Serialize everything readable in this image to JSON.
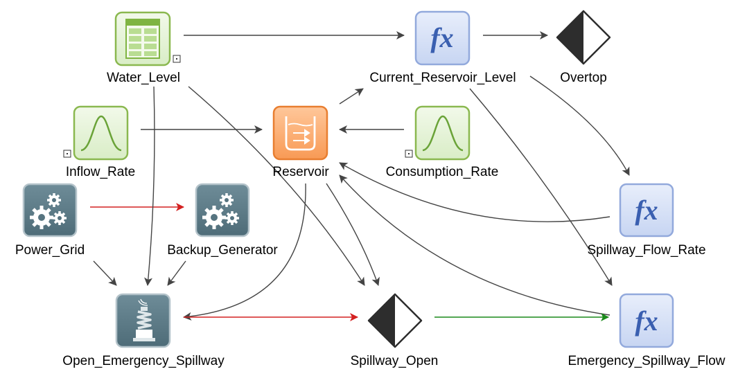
{
  "diagram": {
    "nodes": [
      {
        "id": "water_level",
        "label": "Water_Level",
        "kind": "table",
        "icon": "spreadsheet-icon",
        "badge": true
      },
      {
        "id": "current_reservoir_level",
        "label": "Current_Reservoir_Level",
        "kind": "function",
        "icon": "fx-icon"
      },
      {
        "id": "overtop",
        "label": "Overtop",
        "kind": "condition",
        "icon": "half-diamond-icon"
      },
      {
        "id": "inflow_rate",
        "label": "Inflow_Rate",
        "kind": "distribution",
        "icon": "bell-curve-icon",
        "badge": true
      },
      {
        "id": "reservoir",
        "label": "Reservoir",
        "kind": "reservoir",
        "icon": "container-icon"
      },
      {
        "id": "consumption_rate",
        "label": "Consumption_Rate",
        "kind": "distribution",
        "icon": "bell-curve-icon",
        "badge": true
      },
      {
        "id": "power_grid",
        "label": "Power_Grid",
        "kind": "component",
        "icon": "gears-icon"
      },
      {
        "id": "backup_generator",
        "label": "Backup_Generator",
        "kind": "component",
        "icon": "gears-icon"
      },
      {
        "id": "spillway_flow_rate",
        "label": "Spillway_Flow_Rate",
        "kind": "function",
        "icon": "fx-icon"
      },
      {
        "id": "open_emergency_spillway",
        "label": "Open_Emergency_Spillway",
        "kind": "action",
        "icon": "spillway-gate-icon"
      },
      {
        "id": "spillway_open",
        "label": "Spillway_Open",
        "kind": "condition",
        "icon": "half-diamond-icon"
      },
      {
        "id": "emergency_spillway_flow",
        "label": "Emergency_Spillway_Flow",
        "kind": "function",
        "icon": "fx-icon"
      }
    ],
    "fx_symbol": "fx",
    "edge_colors": {
      "default": "#444444",
      "red": "#d42020",
      "green": "#1a8a1a"
    }
  }
}
